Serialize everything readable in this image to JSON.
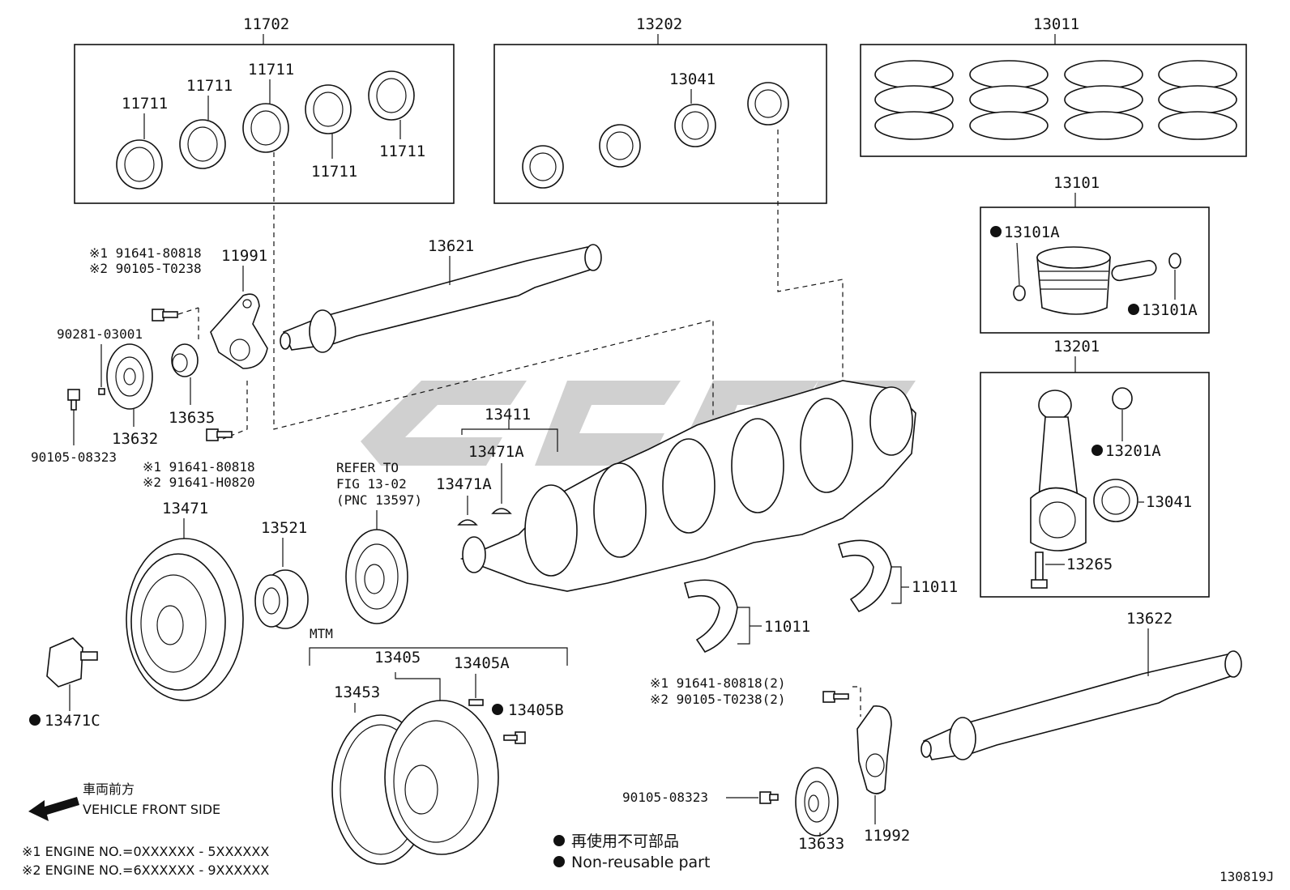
{
  "figure_code": "130819J",
  "group_labels": {
    "g11702": "11702",
    "g13202": "13202",
    "g13011": "13011",
    "g13101": "13101",
    "g13201": "13201",
    "mtm": "MTM"
  },
  "parts": {
    "p11711": "11711",
    "p13041": "13041",
    "p13101A": "13101A",
    "p13201A": "13201A",
    "p13265": "13265",
    "p13621": "13621",
    "p13622": "13622",
    "p11991": "11991",
    "p11992": "11992",
    "p13635": "13635",
    "p13632": "13632",
    "p13633": "13633",
    "p13411": "13411",
    "p13471A": "13471A",
    "p13471": "13471",
    "p13471C": "13471C",
    "p13521": "13521",
    "p13405": "13405",
    "p13405A": "13405A",
    "p13405B": "13405B",
    "p13453": "13453",
    "p11011": "11011",
    "p90281": "90281-03001",
    "p90105_08323": "90105-08323",
    "bolt_top": [
      "※1 91641-80818",
      "※2 90105-T0238"
    ],
    "bolt_mid": [
      "※1 91641-80818",
      "※2 91641-H0820"
    ],
    "bolt_right": [
      "※1 91641-80818(2)",
      "※2 90105-T0238(2)"
    ]
  },
  "refer_note": [
    "REFER TO",
    "FIG 13-02",
    "(PNC 13597)"
  ],
  "direction": {
    "jp": "車両前方",
    "en": "VEHICLE FRONT SIDE"
  },
  "engine_notes": [
    "※1 ENGINE NO.=0XXXXXX - 5XXXXXX",
    "※2 ENGINE NO.=6XXXXXX - 9XXXXXX"
  ],
  "legend": {
    "jp": "再使用不可部品",
    "en": "Non-reusable part"
  }
}
